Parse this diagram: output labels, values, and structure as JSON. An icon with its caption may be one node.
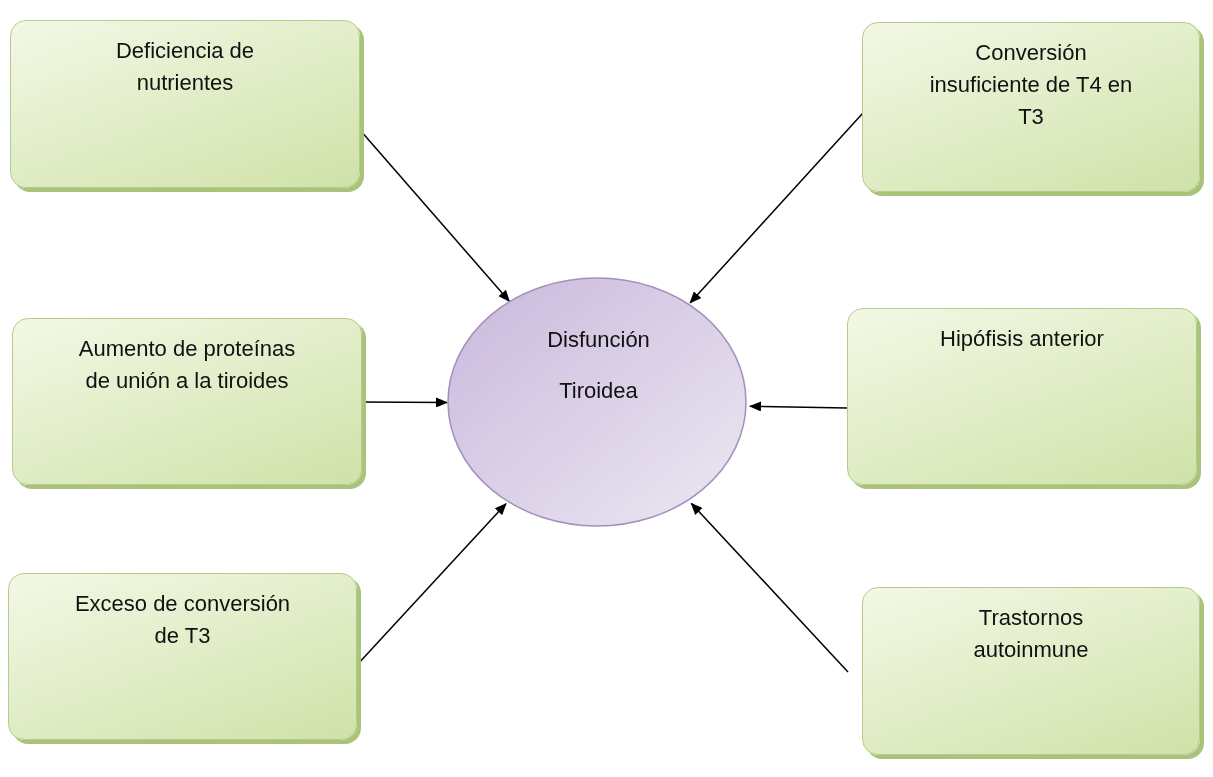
{
  "diagram": {
    "nodes": [
      {
        "text": [
          "Deficiencia de nutrientes"
        ]
      },
      {
        "text": [
          "Conversión insuficiente de T4 en T3"
        ]
      },
      {
        "text": [
          "Aumento de proteínas de unión a la tiroides"
        ]
      },
      {
        "text": [
          "Disfunción Tiroidea"
        ]
      },
      {
        "text": [
          "Hipófisis anterior"
        ]
      },
      {
        "text": [
          "Exceso de conversión de T3"
        ]
      },
      {
        "text": [
          "Trastornos autoinmune"
        ]
      }
    ],
    "edges": [
      {
        "from": 0,
        "to": 3,
        "arrow": "to"
      },
      {
        "from": 1,
        "to": 3,
        "arrow": "to"
      },
      {
        "from": 2,
        "to": 3,
        "arrow": "to"
      },
      {
        "from": 4,
        "to": 3,
        "arrow": "to"
      },
      {
        "from": 5,
        "to": 3,
        "arrow": "to"
      },
      {
        "from": 6,
        "to": 3,
        "arrow": "to"
      }
    ]
  }
}
